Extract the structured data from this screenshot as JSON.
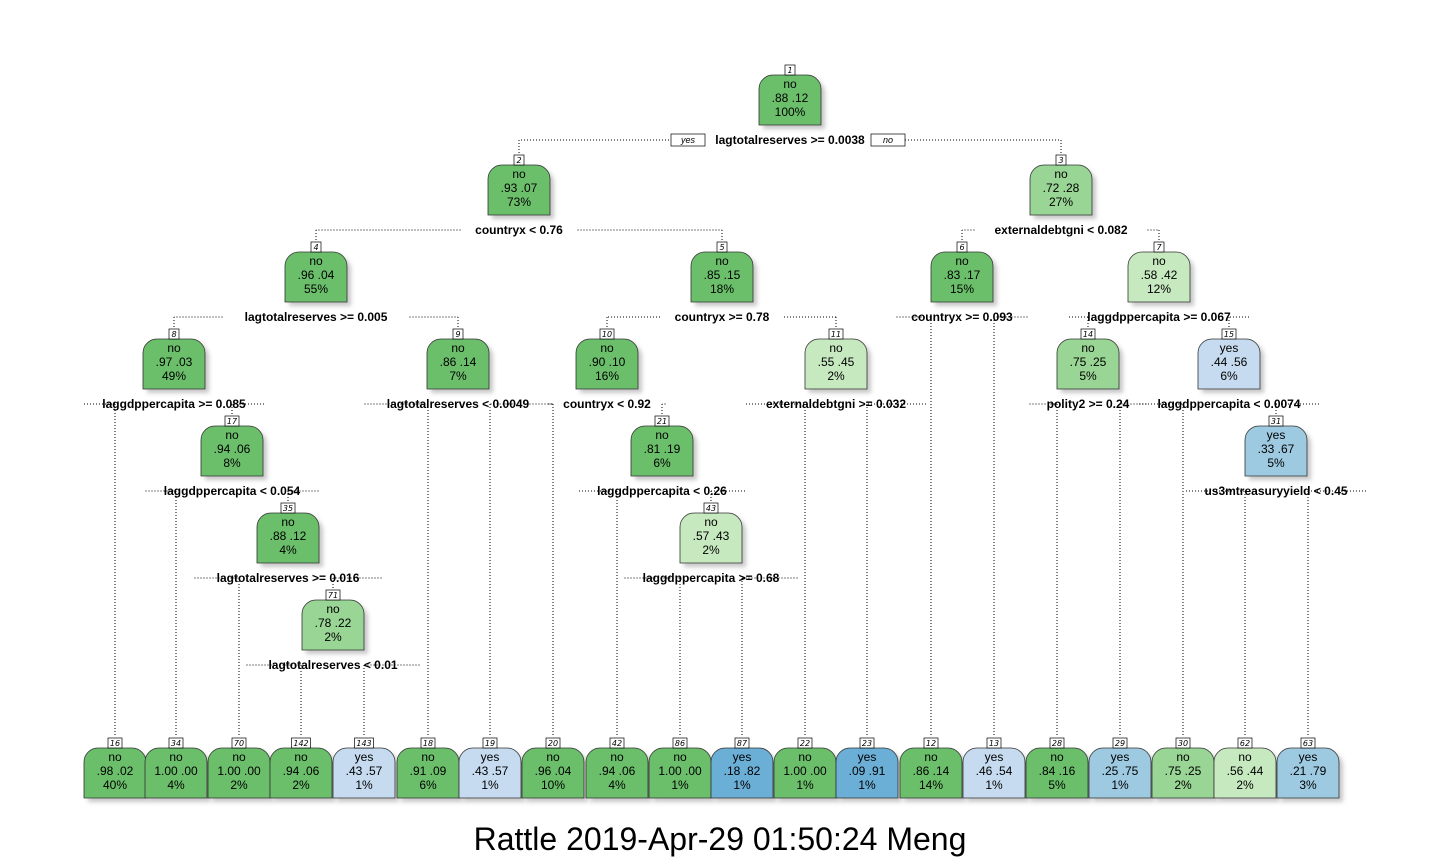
{
  "caption": "Rattle 2019-Apr-29 01:50:24 Meng",
  "branch_labels": {
    "yes": "yes",
    "no": "no"
  },
  "colors": {
    "green_dark": "#6bbf6b",
    "green_mid": "#99d594",
    "green_light": "#c7e9c0",
    "blue_light": "#c6dbef",
    "blue_mid": "#9ecae1",
    "blue_dark": "#6baed6",
    "shadow": "#c8c8c8"
  },
  "nodes": [
    {
      "id": "1",
      "class": "no",
      "probs": ".88  .12",
      "pct": "100%",
      "color": "green_dark",
      "split": "lagtotalreserves >= 0.0038"
    },
    {
      "id": "2",
      "class": "no",
      "probs": ".93  .07",
      "pct": "73%",
      "color": "green_dark",
      "split": "countryx < 0.76"
    },
    {
      "id": "3",
      "class": "no",
      "probs": ".72  .28",
      "pct": "27%",
      "color": "green_mid",
      "split": "externaldebtgni < 0.082"
    },
    {
      "id": "4",
      "class": "no",
      "probs": ".96  .04",
      "pct": "55%",
      "color": "green_dark",
      "split": "lagtotalreserves >= 0.005"
    },
    {
      "id": "5",
      "class": "no",
      "probs": ".85  .15",
      "pct": "18%",
      "color": "green_dark",
      "split": "countryx >= 0.78"
    },
    {
      "id": "6",
      "class": "no",
      "probs": ".83  .17",
      "pct": "15%",
      "color": "green_dark",
      "split": "countryx >= 0.093"
    },
    {
      "id": "7",
      "class": "no",
      "probs": ".58  .42",
      "pct": "12%",
      "color": "green_light",
      "split": "laggdppercapita >= 0.067"
    },
    {
      "id": "8",
      "class": "no",
      "probs": ".97  .03",
      "pct": "49%",
      "color": "green_dark",
      "split": "laggdppercapita >= 0.085"
    },
    {
      "id": "9",
      "class": "no",
      "probs": ".86  .14",
      "pct": "7%",
      "color": "green_dark",
      "split": "lagtotalreserves < 0.0049"
    },
    {
      "id": "10",
      "class": "no",
      "probs": ".90  .10",
      "pct": "16%",
      "color": "green_dark",
      "split": "countryx < 0.92"
    },
    {
      "id": "11",
      "class": "no",
      "probs": ".55  .45",
      "pct": "2%",
      "color": "green_light",
      "split": "externaldebtgni >= 0.032"
    },
    {
      "id": "14",
      "class": "no",
      "probs": ".75  .25",
      "pct": "5%",
      "color": "green_mid",
      "split": "polity2 >= 0.24"
    },
    {
      "id": "15",
      "class": "yes",
      "probs": ".44  .56",
      "pct": "6%",
      "color": "blue_light",
      "split": "laggdppercapita < 0.0074"
    },
    {
      "id": "17",
      "class": "no",
      "probs": ".94  .06",
      "pct": "8%",
      "color": "green_dark",
      "split": "laggdppercapita < 0.054"
    },
    {
      "id": "21",
      "class": "no",
      "probs": ".81  .19",
      "pct": "6%",
      "color": "green_dark",
      "split": "laggdppercapita < 0.26"
    },
    {
      "id": "31",
      "class": "yes",
      "probs": ".33  .67",
      "pct": "5%",
      "color": "blue_mid",
      "split": "us3mtreasuryyield < 0.45"
    },
    {
      "id": "35",
      "class": "no",
      "probs": ".88  .12",
      "pct": "4%",
      "color": "green_dark",
      "split": "lagtotalreserves >= 0.016"
    },
    {
      "id": "43",
      "class": "no",
      "probs": ".57  .43",
      "pct": "2%",
      "color": "green_light",
      "split": "laggdppercapita >= 0.68"
    },
    {
      "id": "71",
      "class": "no",
      "probs": ".78  .22",
      "pct": "2%",
      "color": "green_mid",
      "split": "lagtotalreserves < 0.01"
    },
    {
      "id": "16",
      "class": "no",
      "probs": ".98  .02",
      "pct": "40%",
      "color": "green_dark",
      "split": ""
    },
    {
      "id": "34",
      "class": "no",
      "probs": "1.00  .00",
      "pct": "4%",
      "color": "green_dark",
      "split": ""
    },
    {
      "id": "70",
      "class": "no",
      "probs": "1.00  .00",
      "pct": "2%",
      "color": "green_dark",
      "split": ""
    },
    {
      "id": "142",
      "class": "no",
      "probs": ".94  .06",
      "pct": "2%",
      "color": "green_dark",
      "split": ""
    },
    {
      "id": "143",
      "class": "yes",
      "probs": ".43  .57",
      "pct": "1%",
      "color": "blue_light",
      "split": ""
    },
    {
      "id": "18",
      "class": "no",
      "probs": ".91  .09",
      "pct": "6%",
      "color": "green_dark",
      "split": ""
    },
    {
      "id": "19",
      "class": "yes",
      "probs": ".43  .57",
      "pct": "1%",
      "color": "blue_light",
      "split": ""
    },
    {
      "id": "20",
      "class": "no",
      "probs": ".96  .04",
      "pct": "10%",
      "color": "green_dark",
      "split": ""
    },
    {
      "id": "42",
      "class": "no",
      "probs": ".94  .06",
      "pct": "4%",
      "color": "green_dark",
      "split": ""
    },
    {
      "id": "86",
      "class": "no",
      "probs": "1.00  .00",
      "pct": "1%",
      "color": "green_dark",
      "split": ""
    },
    {
      "id": "87",
      "class": "yes",
      "probs": ".18  .82",
      "pct": "1%",
      "color": "blue_dark",
      "split": ""
    },
    {
      "id": "22",
      "class": "no",
      "probs": "1.00  .00",
      "pct": "1%",
      "color": "green_dark",
      "split": ""
    },
    {
      "id": "23",
      "class": "yes",
      "probs": ".09  .91",
      "pct": "1%",
      "color": "blue_dark",
      "split": ""
    },
    {
      "id": "12",
      "class": "no",
      "probs": ".86  .14",
      "pct": "14%",
      "color": "green_dark",
      "split": ""
    },
    {
      "id": "13",
      "class": "yes",
      "probs": ".46  .54",
      "pct": "1%",
      "color": "blue_light",
      "split": ""
    },
    {
      "id": "28",
      "class": "no",
      "probs": ".84  .16",
      "pct": "5%",
      "color": "green_dark",
      "split": ""
    },
    {
      "id": "29",
      "class": "yes",
      "probs": ".25  .75",
      "pct": "1%",
      "color": "blue_mid",
      "split": ""
    },
    {
      "id": "30",
      "class": "no",
      "probs": ".75  .25",
      "pct": "2%",
      "color": "green_mid",
      "split": ""
    },
    {
      "id": "62",
      "class": "no",
      "probs": ".56  .44",
      "pct": "2%",
      "color": "green_light",
      "split": ""
    },
    {
      "id": "63",
      "class": "yes",
      "probs": ".21  .79",
      "pct": "3%",
      "color": "blue_mid",
      "split": ""
    }
  ],
  "edges": [
    [
      "1",
      "2"
    ],
    [
      "1",
      "3"
    ],
    [
      "2",
      "4"
    ],
    [
      "2",
      "5"
    ],
    [
      "3",
      "6"
    ],
    [
      "3",
      "7"
    ],
    [
      "4",
      "8"
    ],
    [
      "4",
      "9"
    ],
    [
      "5",
      "10"
    ],
    [
      "5",
      "11"
    ],
    [
      "6",
      "12"
    ],
    [
      "6",
      "13"
    ],
    [
      "7",
      "14"
    ],
    [
      "7",
      "15"
    ],
    [
      "8",
      "16"
    ],
    [
      "8",
      "17"
    ],
    [
      "17",
      "34"
    ],
    [
      "17",
      "35"
    ],
    [
      "35",
      "70"
    ],
    [
      "35",
      "71"
    ],
    [
      "71",
      "142"
    ],
    [
      "71",
      "143"
    ],
    [
      "9",
      "18"
    ],
    [
      "9",
      "19"
    ],
    [
      "10",
      "20"
    ],
    [
      "10",
      "21"
    ],
    [
      "21",
      "42"
    ],
    [
      "21",
      "43"
    ],
    [
      "43",
      "86"
    ],
    [
      "43",
      "87"
    ],
    [
      "11",
      "22"
    ],
    [
      "11",
      "23"
    ],
    [
      "14",
      "28"
    ],
    [
      "14",
      "29"
    ],
    [
      "15",
      "30"
    ],
    [
      "15",
      "31"
    ],
    [
      "31",
      "62"
    ],
    [
      "31",
      "63"
    ]
  ]
}
